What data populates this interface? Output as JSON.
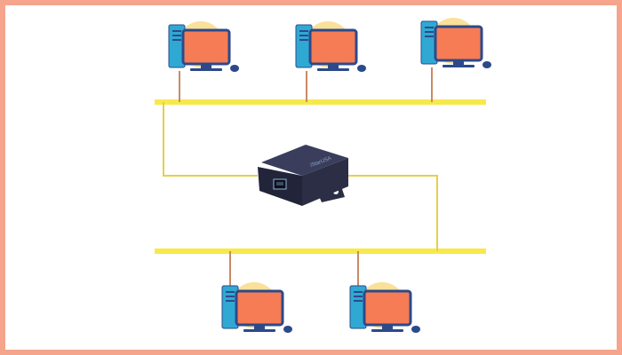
{
  "diagram": {
    "frame_color": "#f4a58c",
    "bus_color": "#f7e94a",
    "link_color": "#e5cf4a",
    "drop_color": "#c98a66",
    "device": {
      "name": "ethernet-extender",
      "brand_text": "iStarUSA",
      "body_color": "#2b2e44",
      "port_color": "#8fb5d8"
    },
    "computers": {
      "count_top": 3,
      "count_bottom": 2,
      "tower_color": "#2fa9d3",
      "screen_color": "#f57c55",
      "outline_color": "#2c4a8a",
      "halo_color": "#fbe09a",
      "mouse_color": "#2c4a8a"
    }
  }
}
